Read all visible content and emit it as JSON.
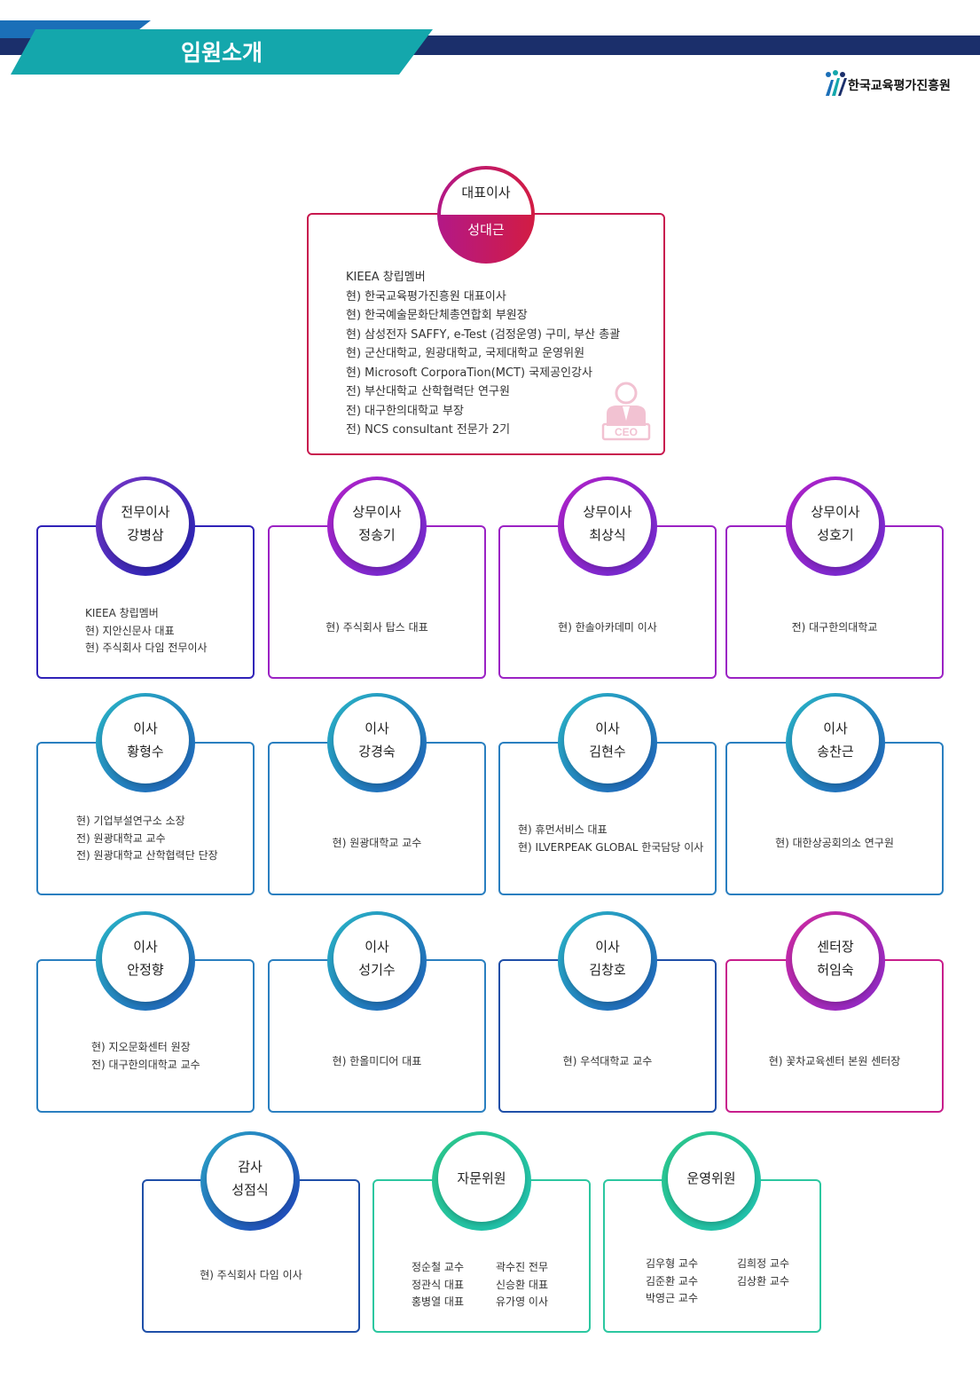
{
  "header": {
    "title": "임원소개",
    "logo_text": "한국교육평가진흥원"
  },
  "ceo": {
    "role": "대표이사",
    "name": "성대근",
    "lines": [
      "KIEEA 창립멤버",
      "현) 한국교육평가진흥원 대표이사",
      "현) 한국예술문화단체총연합회 부원장",
      "현) 삼성전자 SAFFY, e-Test (검정운영) 구미, 부산 총괄",
      "현) 군산대학교, 원광대학교, 국제대학교 운영위원",
      "현) Microsoft CorporaTion(MCT) 국제공인강사",
      "전) 부산대학교 산학협력단 연구원",
      "전) 대구한의대학교 부장",
      "전) NCS consultant 전문가 2기"
    ],
    "badge": "CEO"
  },
  "row1": [
    {
      "role": "전무이사",
      "name": "강병삼",
      "lines": [
        "KIEEA 창립멤버",
        "현) 지안신문사 대표",
        "현) 주식회사 다임 전무이사"
      ]
    },
    {
      "role": "상무이사",
      "name": "정송기",
      "lines": [
        "현) 주식회사 탑스 대표"
      ]
    },
    {
      "role": "상무이사",
      "name": "최상식",
      "lines": [
        "현) 한솔아카데미 이사"
      ]
    },
    {
      "role": "상무이사",
      "name": "성호기",
      "lines": [
        "전) 대구한의대학교"
      ]
    }
  ],
  "row2": [
    {
      "role": "이사",
      "name": "황형수",
      "lines": [
        "현) 기업부설연구소 소장",
        "전) 원광대학교 교수",
        "전) 원광대학교 산학협력단 단장"
      ]
    },
    {
      "role": "이사",
      "name": "강경숙",
      "lines": [
        "현) 원광대학교 교수"
      ]
    },
    {
      "role": "이사",
      "name": "김현수",
      "lines": [
        "현) 휴먼서비스 대표",
        "현) ILVERPEAK GLOBAL 한국담당 이사"
      ]
    },
    {
      "role": "이사",
      "name": "송찬근",
      "lines": [
        "현) 대한상공회의소 연구원"
      ]
    }
  ],
  "row3": [
    {
      "role": "이사",
      "name": "안정향",
      "lines": [
        "현) 지오문화센터 원장",
        "전) 대구한의대학교 교수"
      ]
    },
    {
      "role": "이사",
      "name": "성기수",
      "lines": [
        "현) 한올미디어 대표"
      ]
    },
    {
      "role": "이사",
      "name": "김창호",
      "lines": [
        "현) 우석대학교 교수"
      ]
    },
    {
      "role": "센터장",
      "name": "허임숙",
      "lines": [
        "현) 꽃차교육센터 본원 센터장"
      ]
    }
  ],
  "row4": [
    {
      "role": "감사",
      "name": "성점식",
      "lines": [
        "현) 주식회사 다임 이사"
      ]
    },
    {
      "role": "자문위원",
      "col1": [
        "정순철 교수",
        "정관식 대표",
        "홍병열 대표"
      ],
      "col2": [
        "곽수진 전무",
        "신승환 대표",
        "유가영 이사"
      ]
    },
    {
      "role": "운영위원",
      "col1": [
        "김우형 교수",
        "김준환 교수",
        "박영근 교수"
      ],
      "col2": [
        "김희정 교수",
        "김상환 교수"
      ]
    }
  ],
  "colors": {
    "navy": "#1b2f6b",
    "teal": "#14a7ac",
    "ceo": "#c8184e",
    "purple": "#9b22c4",
    "indigo": "#3022b8",
    "blue": "#2a7fc0",
    "magenta": "#c81e8c",
    "green": "#2cc7a0"
  }
}
